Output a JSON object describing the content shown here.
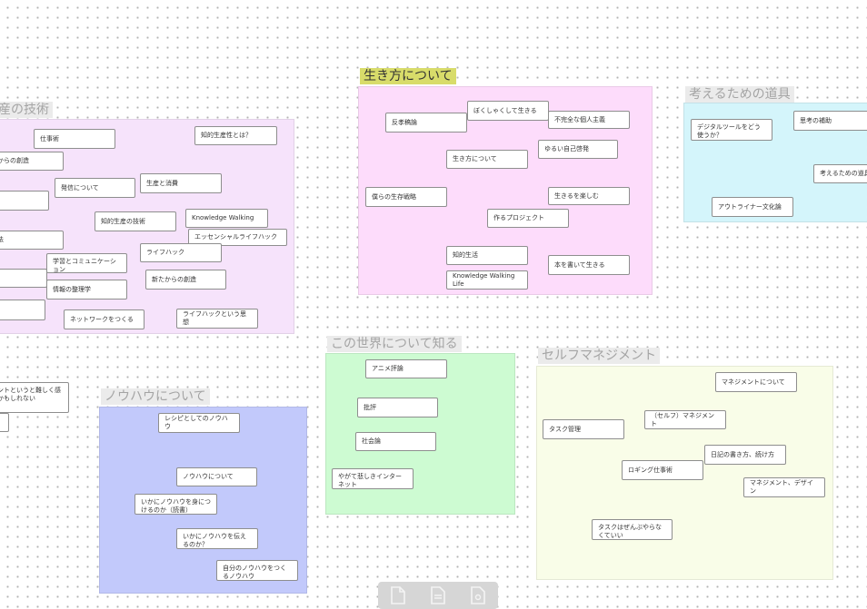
{
  "colors": {
    "productivity": "#f6e3fb",
    "lifestyle": "#fddcfb",
    "tools": "#d4f5fb",
    "world": "#cdfbd2",
    "self": "#f9fde8",
    "knowhow": "#c2c9fb",
    "highlight": "#d8dc6a"
  },
  "groups": {
    "productivity": {
      "title": "産の技術",
      "cards": [
        "知的生産性とは？",
        "仕事術",
        "からの創造",
        "",
        "発信について",
        "生産と消費",
        "",
        "知的生産の技術",
        "Knowledge Walking",
        "エッセンシャルライフハック",
        "法",
        "ライフハック",
        "学習とコミュニケーション",
        "",
        "新たからの創造",
        "情報の整理学",
        "",
        "ネットワークをつくる",
        "ライフハックという思想"
      ]
    },
    "lifestyle": {
      "title": "生き方について",
      "cards": [
        "反孝稿論",
        "ぼくしゃくして生きる",
        "不完全な個人主義",
        "ゆるい自己啓発",
        "生き方について",
        "僕らの生存戦略",
        "生きるを楽しむ",
        "作るプロジェクト",
        "知的生活",
        "本を書いて生きる",
        "Knowledge Walking Life"
      ]
    },
    "tools": {
      "title": "考えるための道具",
      "cards": [
        "デジタルツールをどう使うか？",
        "思考の補助",
        "考えるための道具",
        "アウトライナー文化論"
      ]
    },
    "world": {
      "title": "この世界について知る",
      "cards": [
        "アニメ評論",
        "批評",
        "社会論",
        "やがて悲しきインターネット"
      ]
    },
    "self": {
      "title": "セルフマネジメント",
      "cards": [
        "マネジメントについて",
        "タスク管理",
        "（セルフ）マネジメント",
        "日記の書き方、続け方",
        "ロギング仕事術",
        "マネジメント、デザイン",
        "タスクはぜんぶやらなくていい"
      ]
    },
    "knowhow": {
      "title": "ノウハウについて",
      "cards": [
        "レシピとしてのノウハウ",
        "ノウハウについて",
        "いかにノウハウを身につけるのか（読書）",
        "いかにノウハウを伝えるのか？",
        "自分のノウハウをつくるノウハウ"
      ]
    },
    "loose": [
      "ントというと難しく感かもしれない",
      ""
    ]
  },
  "toolbar": {
    "icons": [
      "page-icon",
      "document-icon",
      "settings-page-icon"
    ]
  }
}
